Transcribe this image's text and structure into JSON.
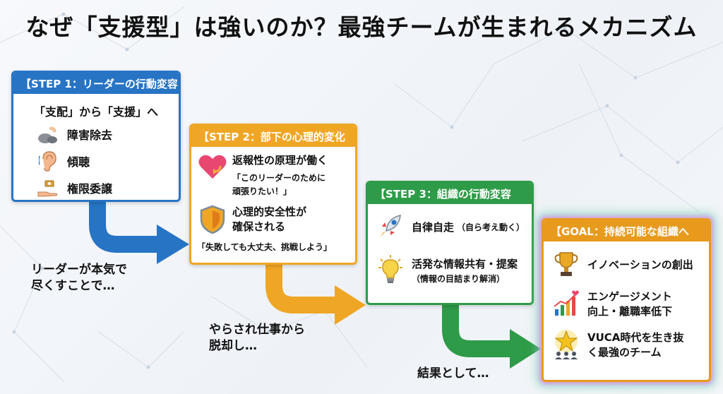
{
  "title": "なぜ「支援型」は強いのか？最強チームが生まれるメカニズム",
  "colors": {
    "step1": "#2774c4",
    "step2": "#f0a625",
    "step3": "#2e9b48",
    "goal": "#e79a1c"
  },
  "step1": {
    "header": "【STEP 1：リーダーの行動変容",
    "heading": "「支配」から「支援」へ",
    "items": [
      {
        "icon": "rock-removal-icon",
        "label": "障害除去"
      },
      {
        "icon": "ear-icon",
        "label": "傾聴"
      },
      {
        "icon": "hand-over-icon",
        "label": "権限委譲"
      }
    ]
  },
  "caption1": {
    "line1": "リーダーが本気で",
    "line2": "尽くすことで…"
  },
  "step2": {
    "header": "【STEP 2：部下の心理的変化",
    "item1": {
      "icon": "heart-cycle-icon",
      "label": "返報性の原理が働く",
      "quote1": "「このリーダーのために",
      "quote2": "頑張りたい！」"
    },
    "item2": {
      "icon": "shield-icon",
      "label1": "心理的安全性が",
      "label2": "確保される",
      "quote": "「失敗しても大丈夫、挑戦しよう」"
    }
  },
  "caption2": {
    "line1": "やらされ仕事から",
    "line2": "脱却し…"
  },
  "step3": {
    "header": "【STEP 3：組織の行動変容",
    "item1": {
      "icon": "rocket-icon",
      "label": "自律自走",
      "note": "（自ら考え動く）"
    },
    "item2": {
      "icon": "lightbulb-icon",
      "label": "活発な情報共有・提案",
      "note": "（情報の目詰まり解消）"
    }
  },
  "caption3": {
    "line1": "結果として…"
  },
  "goal": {
    "header": "【GOAL：持続可能な組織へ",
    "item1": {
      "icon": "trophy-icon",
      "label": "イノベーションの創出"
    },
    "item2": {
      "icon": "growth-chart-icon",
      "label1": "エンゲージメント",
      "label2": "向上・離職率低下"
    },
    "item3": {
      "icon": "star-team-icon",
      "label1": "VUCA時代を生き抜",
      "label2": "く最強のチーム"
    }
  }
}
